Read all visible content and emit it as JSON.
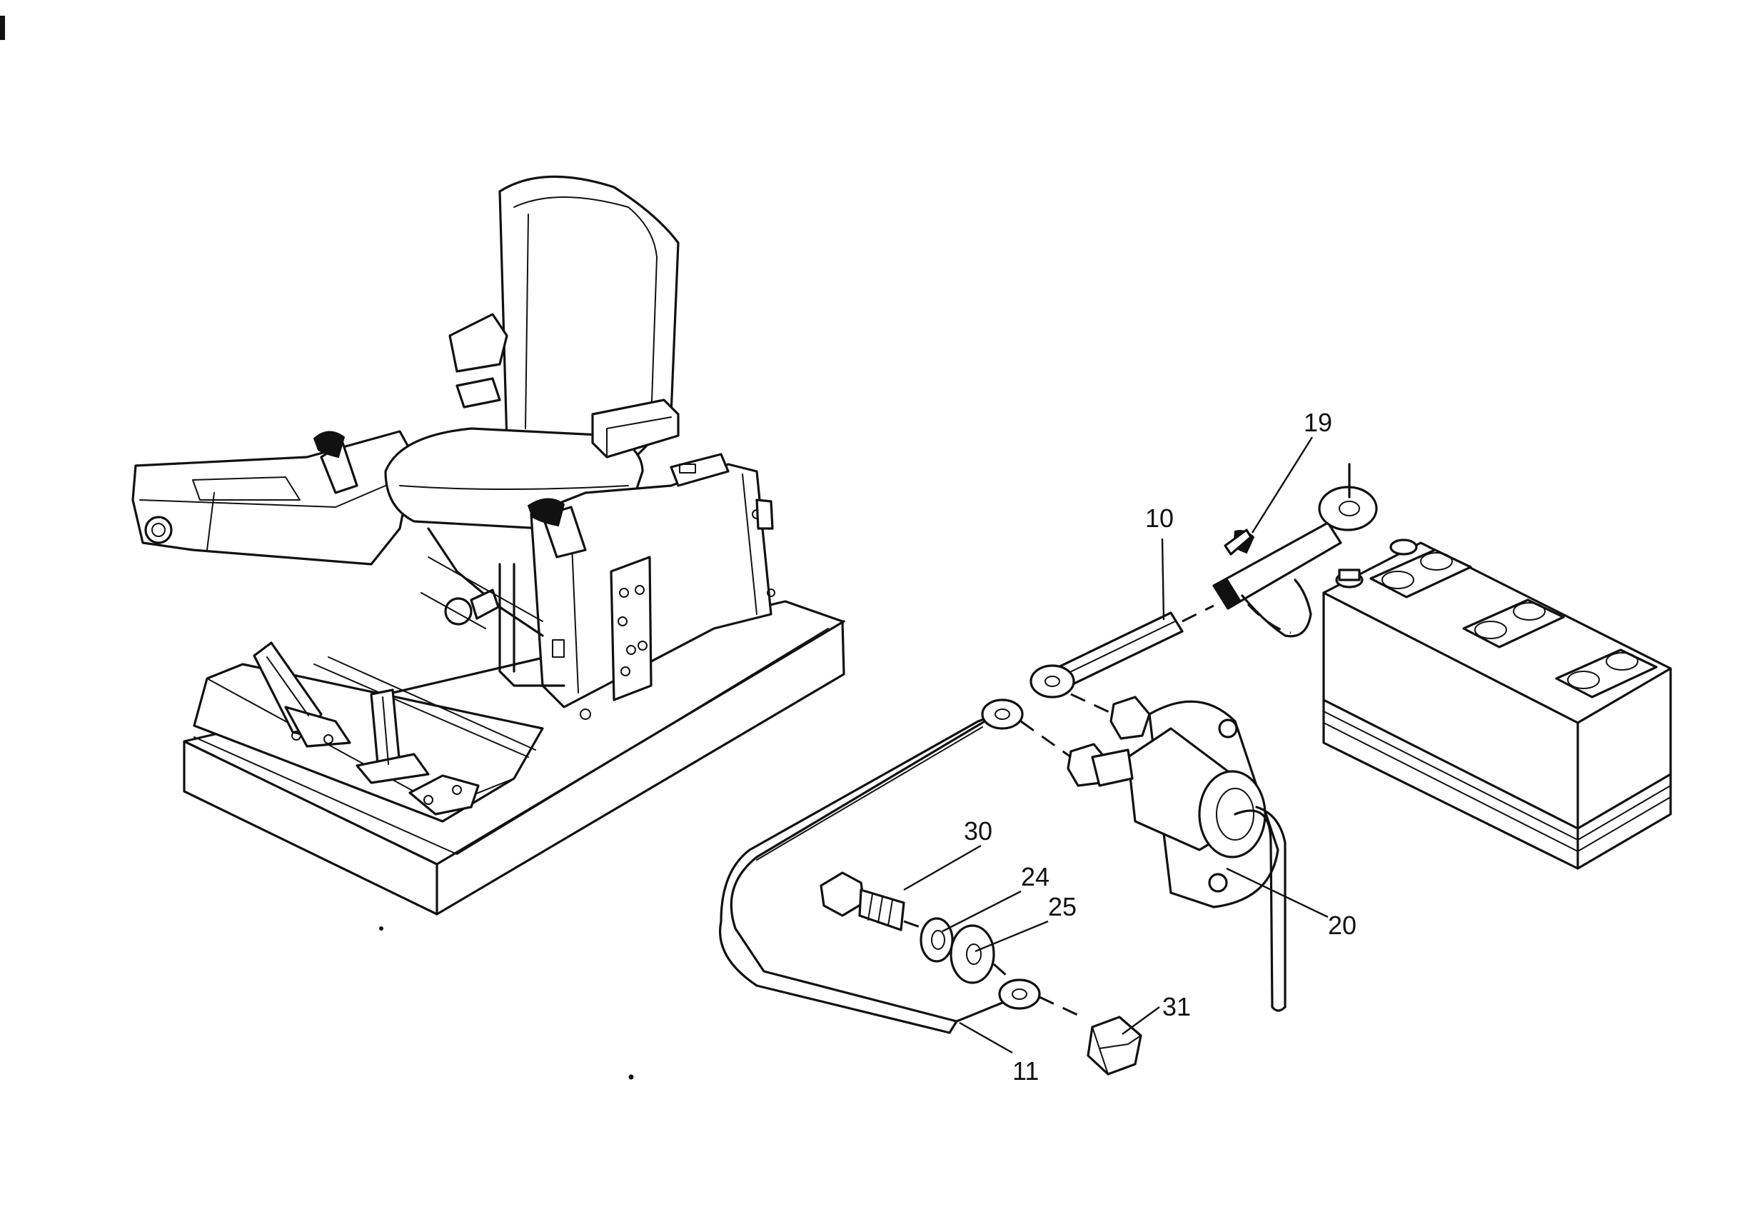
{
  "callouts": {
    "c10": "10",
    "c11": "11",
    "c19": "19",
    "c20": "20",
    "c24": "24",
    "c25": "25",
    "c30": "30",
    "c31": "31"
  }
}
